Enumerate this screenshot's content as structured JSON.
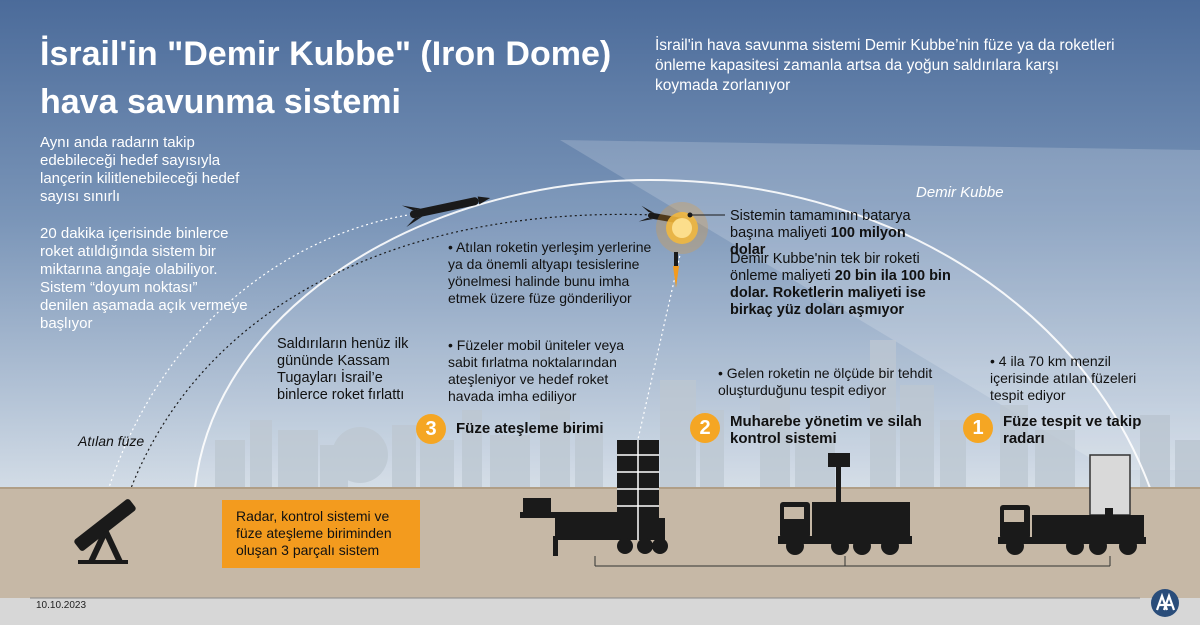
{
  "title": {
    "line1": "İsrail'in \"Demir Kubbe\" (Iron Dome)",
    "line2": "hava savunma sistemi"
  },
  "subtitle": "İsrail'in hava savunma sistemi Demir Kubbe’nin füze ya da roketleri önleme kapasitesi zamanla artsa da yoğun saldırılara karşı koymada zorlanıyor",
  "left_notes": {
    "note1": "Aynı anda radarın takip edebileceği hedef sayısıyla lançerin kilitlenebileceği hedef sayısı sınırlı",
    "note2": "20 dakika içerisinde binlerce roket atıldığında sistem bir miktarına angaje olabiliyor. Sistem “doyum noktası” denilen aşamada açık vermeye başlıyor"
  },
  "dome_label": "Demir Kubbe",
  "hamas_note": "Saldırıların henüz ilk gününde Kassam Tugayları İsrail’e binlerce roket fırlattı",
  "fired_label": "Atılan füze",
  "cost": {
    "line1_pre": "Sistemin tamamının batarya başına maliyeti ",
    "line1_bold": "100 milyon dolar",
    "line2_pre": "Demir Kubbe'nin tek bir roketi önleme maliyeti ",
    "line2_bold": "20 bin ila 100 bin dolar. Roketlerin maliyeti ise birkaç yüz doları aşmıyor"
  },
  "units": [
    {
      "number": "3",
      "title": "Füze ateşleme birimi",
      "bullets": [
        "Atılan roketin yerleşim yerlerine ya da önemli altyapı tesislerine yönelmesi halinde bunu imha etmek üzere füze gönderiliyor",
        "Füzeler mobil üniteler veya sabit fırlatma noktalarından ateşleniyor ve hedef roket havada imha ediliyor"
      ]
    },
    {
      "number": "2",
      "title": "Muharebe yönetim ve silah kontrol sistemi",
      "bullets": [
        "Gelen roketin ne ölçüde bir tehdit oluşturduğunu tespit ediyor"
      ]
    },
    {
      "number": "1",
      "title": "Füze tespit ve takip radarı",
      "bullets": [
        "4 ila 70 km menzil içerisinde atılan füzeleri tespit ediyor"
      ]
    }
  ],
  "system_box": "Radar, kontrol sistemi ve füze ateşleme biriminden oluşan 3 parçalı sistem",
  "date": "10.10.2023",
  "colors": {
    "accent": "#f39b1e",
    "sky_top": "#4b6b9a",
    "ground": "#c6b8a6"
  }
}
